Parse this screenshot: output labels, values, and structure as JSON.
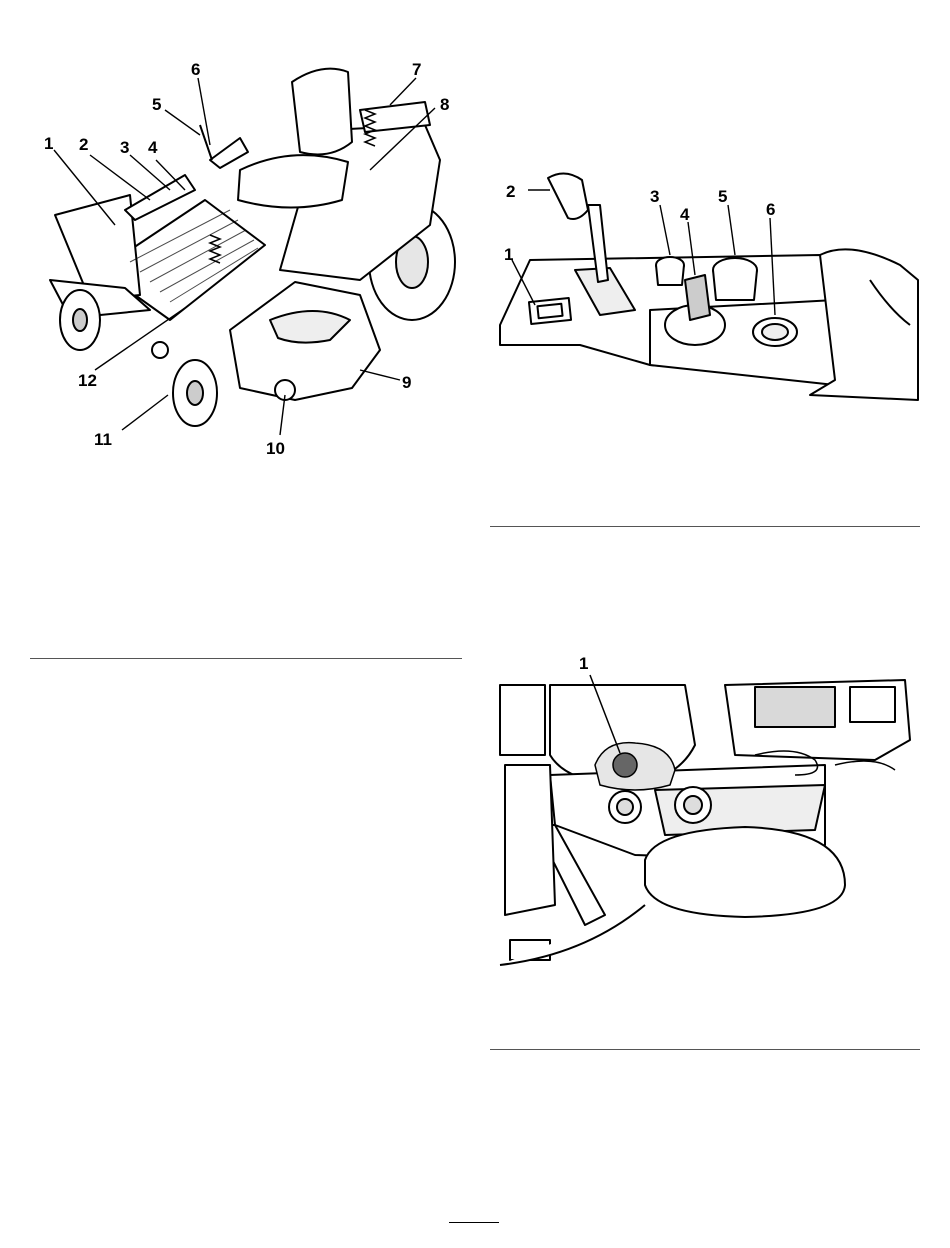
{
  "figure_machine": {
    "callouts": [
      "1",
      "2",
      "3",
      "4",
      "5",
      "6",
      "7",
      "8",
      "9",
      "10",
      "11",
      "12"
    ]
  },
  "figure_controls": {
    "callouts": [
      "1",
      "2",
      "3",
      "4",
      "5",
      "6"
    ]
  },
  "figure_engine": {
    "callouts": [
      "1"
    ]
  },
  "colors": {
    "line": "#000000",
    "fill": "#ffffff",
    "shade": "#d9d9d9",
    "knob": "#666666"
  }
}
